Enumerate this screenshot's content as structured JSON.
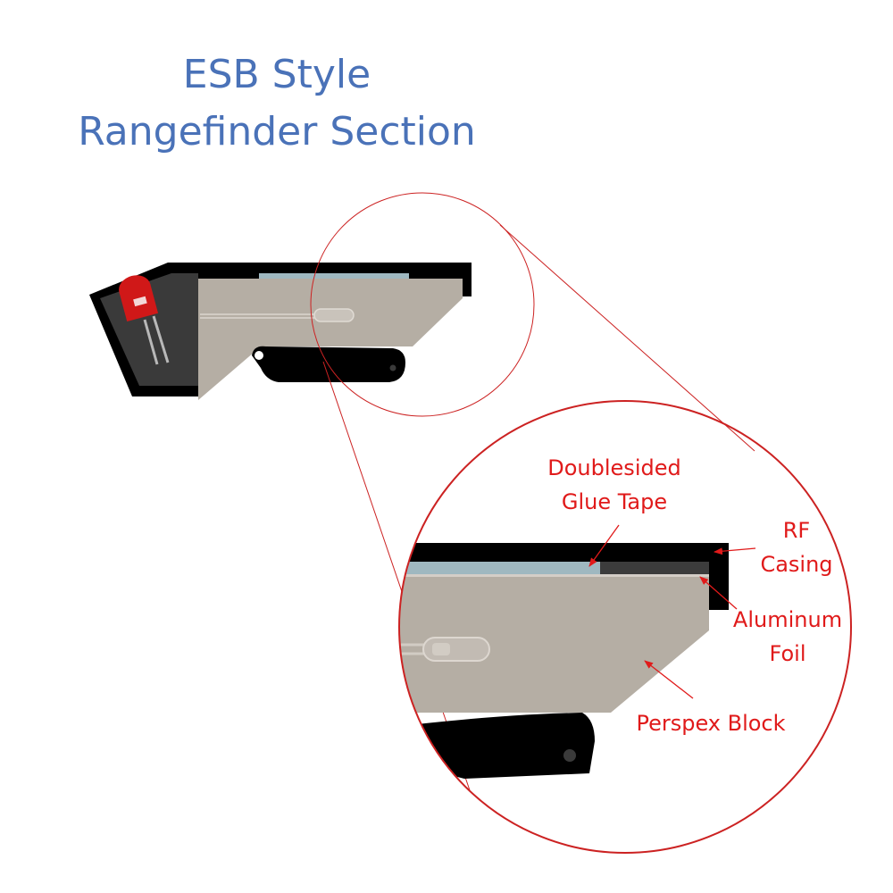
{
  "title": {
    "line1": "ESB Style",
    "line2": "Rangefinder Section"
  },
  "labels": {
    "glue_tape_line1": "Doublesided",
    "glue_tape_line2": "Glue Tape",
    "rf_casing_line1": "RF",
    "rf_casing_line2": "Casing",
    "aluminum_foil_line1": "Aluminum",
    "aluminum_foil_line2": "Foil",
    "perspex_block": "Perspex Block"
  },
  "colors": {
    "title": "#4a72b8",
    "annotation": "#e01a1a",
    "casing": "#000000",
    "perspex": "#b5aea4",
    "glue_tape": "#9fb8c0",
    "aluminum_foil": "#3c3c3c",
    "inner_housing": "#3a3a3a",
    "led": "#d01818"
  },
  "icons": [
    "led-icon"
  ]
}
